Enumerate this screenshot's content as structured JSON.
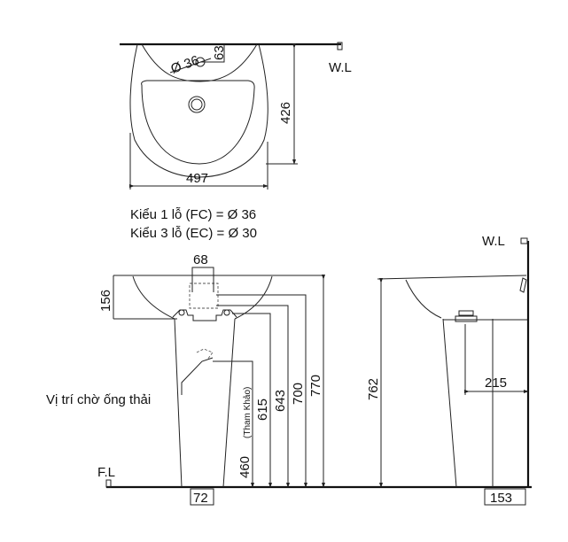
{
  "top_view": {
    "wall_label": "W.L",
    "hole_diameter": "Ø 36",
    "hole_offset": "63",
    "depth": "426",
    "width": "497"
  },
  "notes": {
    "type_1_hole": "Kiểu 1 lỗ (FC) = Ø 36",
    "type_3_hole": "Kiểu 3 lỗ (EC) = Ø 30"
  },
  "front_view": {
    "floor_label": "F.L",
    "tap_width": "68",
    "bowl_height": "156",
    "drain_label": "Vị trí chờ ống thải",
    "drain_height": "460",
    "reference_note": "(Tham Khảo)",
    "dims": [
      "615",
      "643",
      "700",
      "770"
    ],
    "base_offset": "72"
  },
  "side_view": {
    "wall_label": "W.L",
    "height": "762",
    "drain_depth": "215",
    "base_depth": "153"
  }
}
